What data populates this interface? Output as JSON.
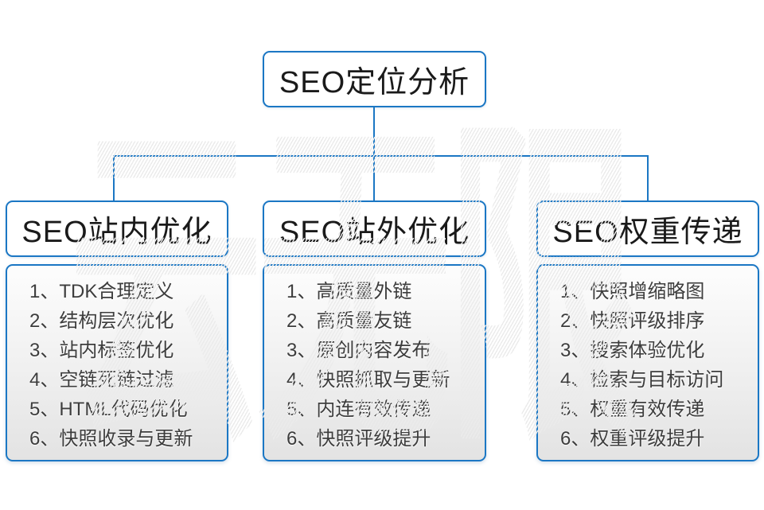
{
  "watermark": "云无限",
  "colors": {
    "accent_blue": "#1b77c4",
    "header_text": "#1a1a1a",
    "list_text": "#3d3d3d",
    "body_gradient_bottom": "#e3e3e3"
  },
  "root": {
    "title": "SEO定位分析"
  },
  "columns": [
    {
      "header": "SEO站内优化",
      "items": [
        "1、TDK合理定义",
        "2、结构层次优化",
        "3、站内标签优化",
        "4、空链死链过滤",
        "5、HTML代码优化",
        "6、快照收录与更新"
      ]
    },
    {
      "header": "SEO站外优化",
      "items": [
        "1、高质量外链",
        "2、高质量友链",
        "3、原创内容发布",
        "4、快照抓取与更新",
        "5、内连有效传递",
        "6、快照评级提升"
      ]
    },
    {
      "header": "SEO权重传递",
      "items": [
        "1、快照增缩略图",
        "2、快照评级排序",
        "3、搜索体验优化",
        "4、检索与目标访问",
        "5、权重有效传递",
        "6、权重评级提升"
      ]
    }
  ]
}
